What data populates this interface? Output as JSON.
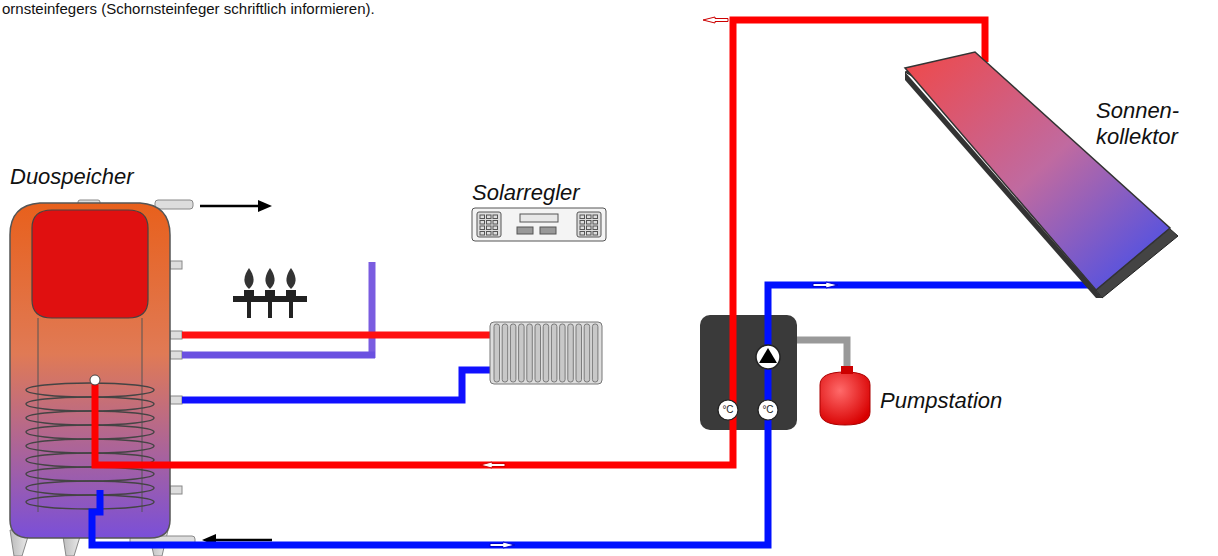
{
  "diagram": {
    "labels": [
      "ornsteinfegers (Schornsteinfeger schriftlich informieren).",
      "Sonnen- kollektor",
      "Duospeicher",
      "Solarregler",
      "Pumpstation",
      "°C",
      "°C"
    ]
  }
}
